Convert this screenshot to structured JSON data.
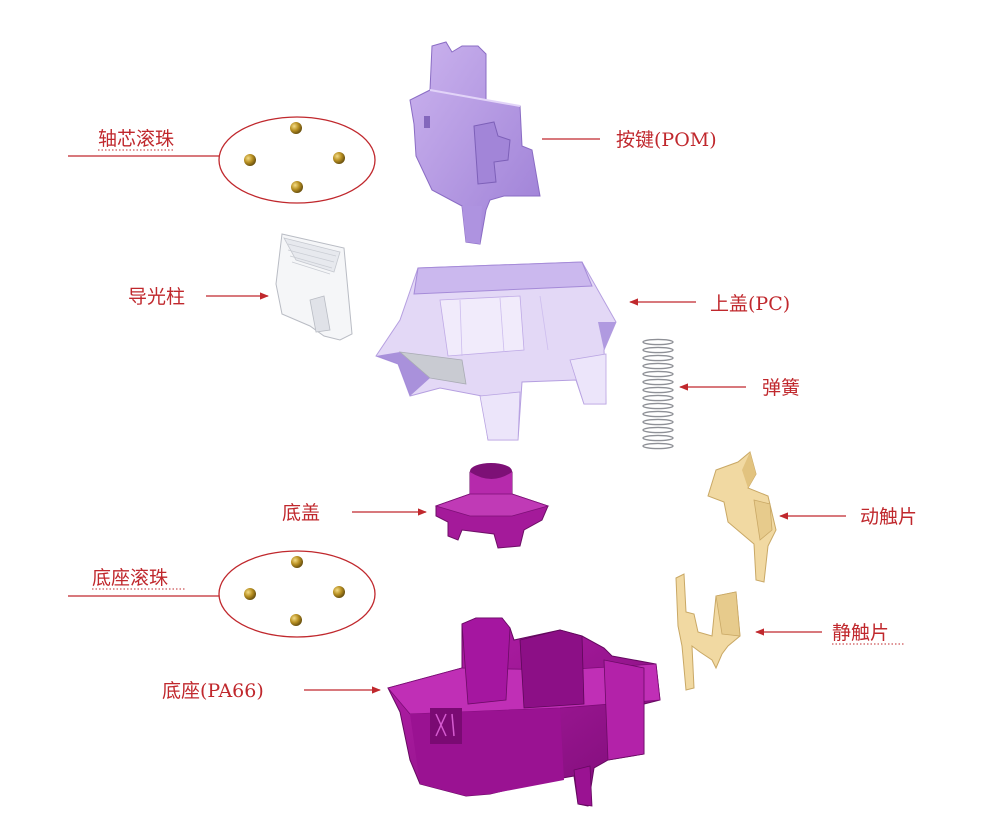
{
  "labels": {
    "axis_balls": "轴芯滚珠",
    "keycap_stem": "按键(POM)",
    "light_guide": "导光柱",
    "top_cover": "上盖(PC)",
    "spring": "弹簧",
    "base_cover": "底盖",
    "moving_contact": "动触片",
    "base_balls": "底座滚珠",
    "static_contact": "静触片",
    "base": "底座(PA66)"
  },
  "colors": {
    "label": "#c0282d",
    "stem": "#b99ce4",
    "top_cover": "#d9ccf2",
    "base": "#a9159f",
    "base_cover": "#a41a9a",
    "contact": "#f1d9a2",
    "ball": "#b89022"
  }
}
